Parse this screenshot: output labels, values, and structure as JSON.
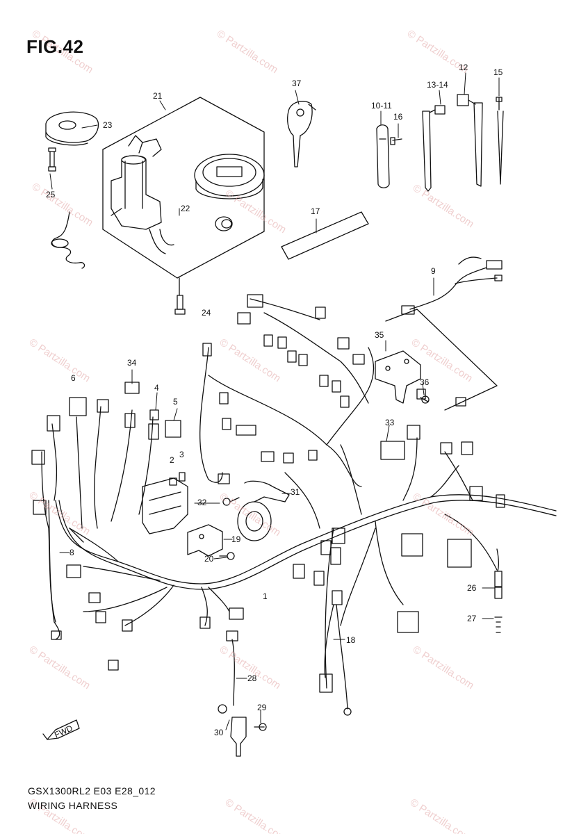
{
  "figure": {
    "title": "FIG.42",
    "model_code": "GSX1300RL2 E03 E28_012",
    "caption": "WIRING HARNESS",
    "fwd_label": "FWD",
    "watermark": "© Partzilla.com"
  },
  "callouts": [
    "1",
    "2",
    "3",
    "4",
    "5",
    "6",
    "8",
    "9",
    "10-11",
    "12",
    "13-14",
    "15",
    "16",
    "17",
    "18",
    "19",
    "20",
    "21",
    "22",
    "23",
    "24",
    "25",
    "26",
    "27",
    "28",
    "29",
    "30",
    "31",
    "32",
    "33",
    "34",
    "35",
    "36",
    "37"
  ],
  "colors": {
    "line": "#111111",
    "watermark": "#e3a8a8",
    "background": "#ffffff"
  },
  "icons": [
    "fwd-arrow-icon"
  ]
}
